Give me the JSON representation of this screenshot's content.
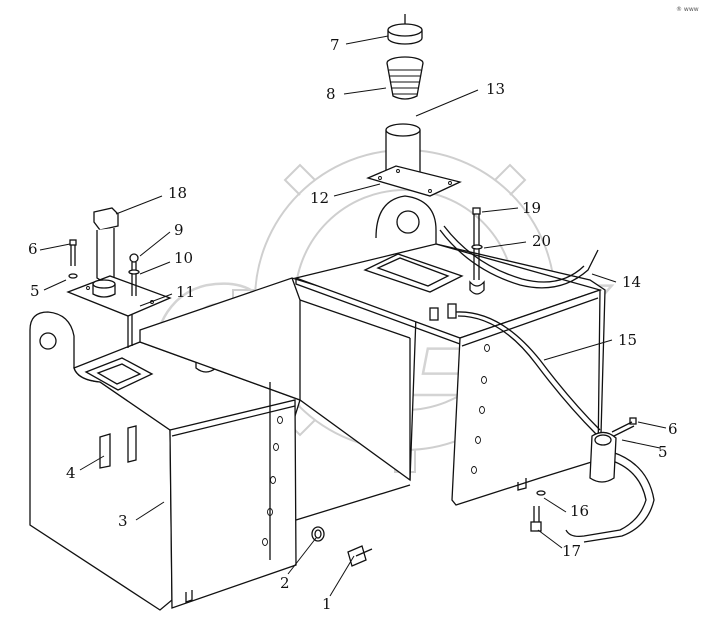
{
  "diagram": {
    "watermark_text": "OPEX",
    "corner_mark": "® www",
    "callouts": [
      {
        "id": "c1",
        "label": "1"
      },
      {
        "id": "c2",
        "label": "2"
      },
      {
        "id": "c3",
        "label": "3"
      },
      {
        "id": "c4",
        "label": "4"
      },
      {
        "id": "c5a",
        "label": "5"
      },
      {
        "id": "c5b",
        "label": "5"
      },
      {
        "id": "c6a",
        "label": "6"
      },
      {
        "id": "c6b",
        "label": "6"
      },
      {
        "id": "c7",
        "label": "7"
      },
      {
        "id": "c8",
        "label": "8"
      },
      {
        "id": "c9",
        "label": "9"
      },
      {
        "id": "c10",
        "label": "10"
      },
      {
        "id": "c11",
        "label": "11"
      },
      {
        "id": "c12",
        "label": "12"
      },
      {
        "id": "c13",
        "label": "13"
      },
      {
        "id": "c14",
        "label": "14"
      },
      {
        "id": "c15",
        "label": "15"
      },
      {
        "id": "c16",
        "label": "16"
      },
      {
        "id": "c17",
        "label": "17"
      },
      {
        "id": "c18",
        "label": "18"
      },
      {
        "id": "c19",
        "label": "19"
      },
      {
        "id": "c20",
        "label": "20"
      }
    ]
  }
}
